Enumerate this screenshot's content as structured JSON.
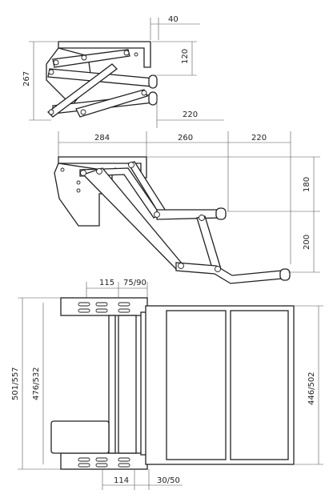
{
  "diagram": {
    "view_folded": {
      "dim_top": "40",
      "dim_side_right": "120",
      "dim_height_left": "267",
      "dim_depth": "220"
    },
    "view_extended": {
      "dim_first": "284",
      "dim_second": "260",
      "dim_third": "220",
      "dim_upper_right": "180",
      "dim_lower_right": "200"
    },
    "view_top": {
      "dim_top_a": "115",
      "dim_top_b": "75/90",
      "dim_left_outer": "501/557",
      "dim_left_inner": "476/532",
      "dim_right": "446/502",
      "dim_bottom_a": "114",
      "dim_bottom_b": "30/50"
    }
  }
}
